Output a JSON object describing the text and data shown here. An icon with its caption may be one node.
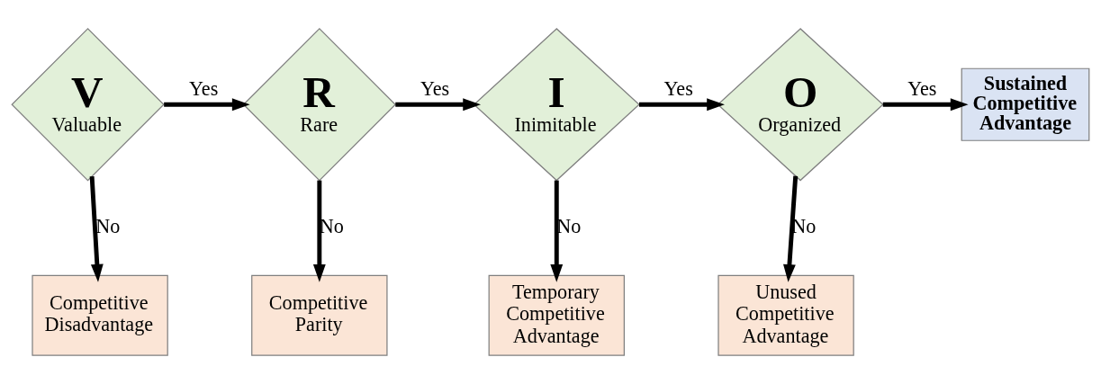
{
  "diagram": {
    "nodes": [
      {
        "text": [
          "V",
          "Valuable"
        ]
      },
      {
        "text": [
          "R",
          "Rare"
        ]
      },
      {
        "text": [
          "I",
          "Inimitable"
        ]
      },
      {
        "text": [
          "O",
          "Organized"
        ]
      },
      {
        "text": [
          "Sustained Competitive Advantage"
        ]
      },
      {
        "text": [
          "Competitive Disadvantage"
        ]
      },
      {
        "text": [
          "Competitive Parity"
        ]
      },
      {
        "text": [
          "Temporary Competitive Advantage"
        ]
      },
      {
        "text": [
          "Unused Competitive Advantage"
        ]
      }
    ],
    "edges": [
      {
        "from": 0,
        "to": 1,
        "arrow": "to",
        "label": "Yes"
      },
      {
        "from": 1,
        "to": 2,
        "arrow": "to",
        "label": "Yes"
      },
      {
        "from": 2,
        "to": 3,
        "arrow": "to",
        "label": "Yes"
      },
      {
        "from": 3,
        "to": 4,
        "arrow": "to",
        "label": "Yes"
      },
      {
        "from": 0,
        "to": 5,
        "arrow": "to",
        "label": "No"
      },
      {
        "from": 1,
        "to": 6,
        "arrow": "to",
        "label": "No"
      },
      {
        "from": 2,
        "to": 7,
        "arrow": "to",
        "label": "No"
      },
      {
        "from": 3,
        "to": 8,
        "arrow": "to",
        "label": "No"
      }
    ]
  }
}
